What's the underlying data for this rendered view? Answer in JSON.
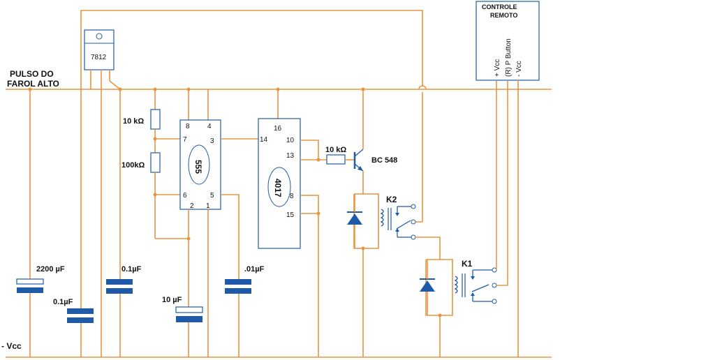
{
  "labels": {
    "pulse_line1": "PULSO DO",
    "pulse_line2": "FAROL ALTO",
    "minus_vcc": "- Vcc",
    "remote_title1": "CONTROLE",
    "remote_title2": "REMOTO",
    "remote_pin_vcc": "+ Vcc",
    "remote_pin_button": "(R) P Button",
    "remote_pin_gnd": "- Vcc",
    "reg": "7812",
    "ic555": "555",
    "ic4017": "4017",
    "transistor": "BC 548",
    "relay2": "K2",
    "relay1": "K1"
  },
  "components": {
    "c_2200": "2200 µF",
    "c_01a": "0.1µF",
    "c_01b": "0.1µF",
    "c_10u": "10 µF",
    "c_001": ".01µF",
    "r_10k_a": "10 kΩ",
    "r_100k": "100kΩ",
    "r_10k_b": "10 kΩ"
  },
  "pins555": {
    "p8": "8",
    "p4": "4",
    "p7": "7",
    "p3": "3",
    "p6": "6",
    "p5": "5",
    "p2": "2",
    "p1": "1"
  },
  "pins4017": {
    "p16": "16",
    "p10": "10",
    "p14": "14",
    "p13": "13",
    "p8": "8",
    "p15": "15"
  },
  "colors": {
    "wire": "#e8953f",
    "component": "#1e5aa8"
  }
}
